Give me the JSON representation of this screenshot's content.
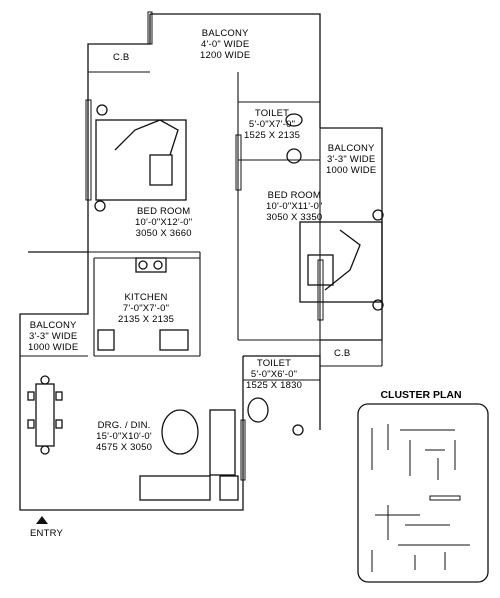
{
  "rooms": {
    "balcony_top": {
      "name": "BALCONY",
      "dims": "4'-0\" WIDE",
      "metric": "1200 WIDE"
    },
    "cb_top": {
      "name": "C.B"
    },
    "toilet_top": {
      "name": "TOILET",
      "dims": "5'-0\"X7'-0\"",
      "metric": "1525 X 2135"
    },
    "balcony_right": {
      "name": "BALCONY",
      "dims": "3'-3\" WIDE",
      "metric": "1000 WIDE"
    },
    "bedroom_left": {
      "name": "BED ROOM",
      "dims": "10'-0\"X12'-0\"",
      "metric": "3050 X 3660"
    },
    "bedroom_right": {
      "name": "BED ROOM",
      "dims": "10'-0\"X11'-0\"",
      "metric": "3050 X 3350"
    },
    "kitchen": {
      "name": "KITCHEN",
      "dims": "7'-0\"X7'-0\"",
      "metric": "2135 X 2135"
    },
    "balcony_left": {
      "name": "BALCONY",
      "dims": "3'-3\" WIDE",
      "metric": "1000 WIDE"
    },
    "toilet_bottom": {
      "name": "TOILET",
      "dims": "5'-0\"X6'-0\"",
      "metric": "1525 X 1830"
    },
    "cb_bottom": {
      "name": "C.B"
    },
    "drawing_dining": {
      "name": "DRG. / DIN.",
      "dims": "15'-0\"X10'-0'",
      "metric": "4575 X 3050"
    }
  },
  "cluster_plan": {
    "title": "CLUSTER PLAN"
  },
  "entry": {
    "label": "ENTRY"
  }
}
